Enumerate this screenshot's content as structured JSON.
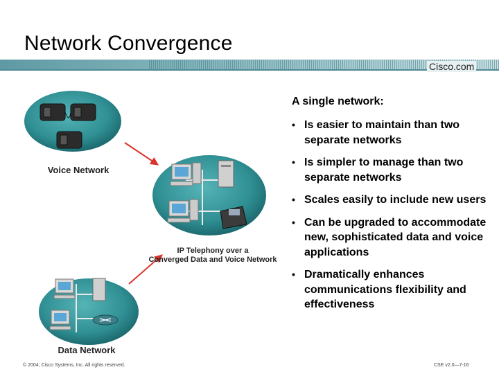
{
  "slide": {
    "title": "Network Convergence",
    "logo_text": "Cisco.com",
    "heading": "A single network:",
    "bullets": [
      "Is easier to maintain than two separate networks",
      "Is simpler to manage than two separate networks",
      "Scales easily to include new users",
      "Can be upgraded to accommodate new, sophisticated data and voice applications",
      "Dramatically enhances communications flexibility and effectiveness"
    ],
    "bullet_symbol": "•"
  },
  "diagram": {
    "voice_label": "Voice Network",
    "converged_label_line1": "IP Telephony over a",
    "converged_label_line2": "Converged Data and Voice Network",
    "data_label": "Data Network",
    "arrow_color": "#d9342b",
    "disk_color": "#2f8f93"
  },
  "footer": {
    "copyright": "© 2004, Cisco Systems, Inc. All rights reserved.",
    "code": "CSE v2.0—7-16"
  }
}
